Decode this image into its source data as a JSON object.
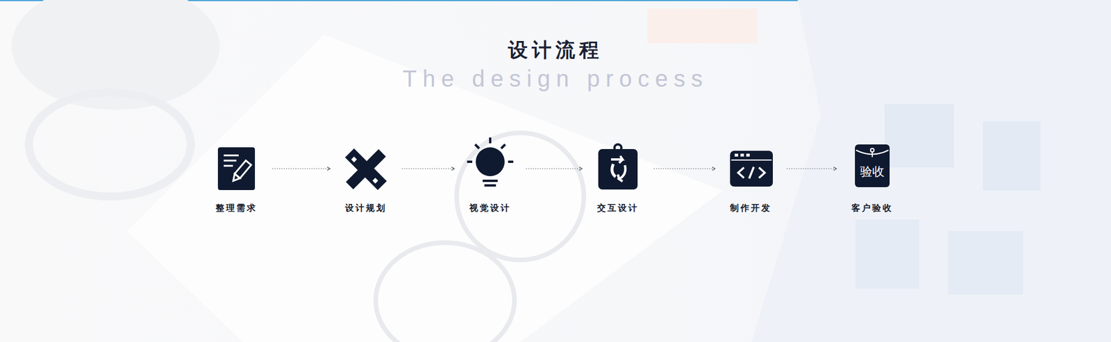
{
  "diagram": {
    "title": "设计流程",
    "nodes": [
      {
        "text": [
          "整理需求"
        ]
      },
      {
        "text": [
          "设计规划"
        ]
      },
      {
        "text": [
          "视觉设计"
        ]
      },
      {
        "text": [
          "交互设计"
        ]
      },
      {
        "text": [
          "制作开发"
        ]
      },
      {
        "text": [
          "客户验收"
        ]
      }
    ],
    "edges": [
      {
        "from": 0,
        "to": 1,
        "arrow": "to"
      },
      {
        "from": 1,
        "to": 2,
        "arrow": "to"
      },
      {
        "from": 2,
        "to": 3,
        "arrow": "to"
      },
      {
        "from": 3,
        "to": 4,
        "arrow": "to"
      },
      {
        "from": 4,
        "to": 5,
        "arrow": "to"
      }
    ],
    "labels": [
      "The design process",
      "验收"
    ]
  }
}
